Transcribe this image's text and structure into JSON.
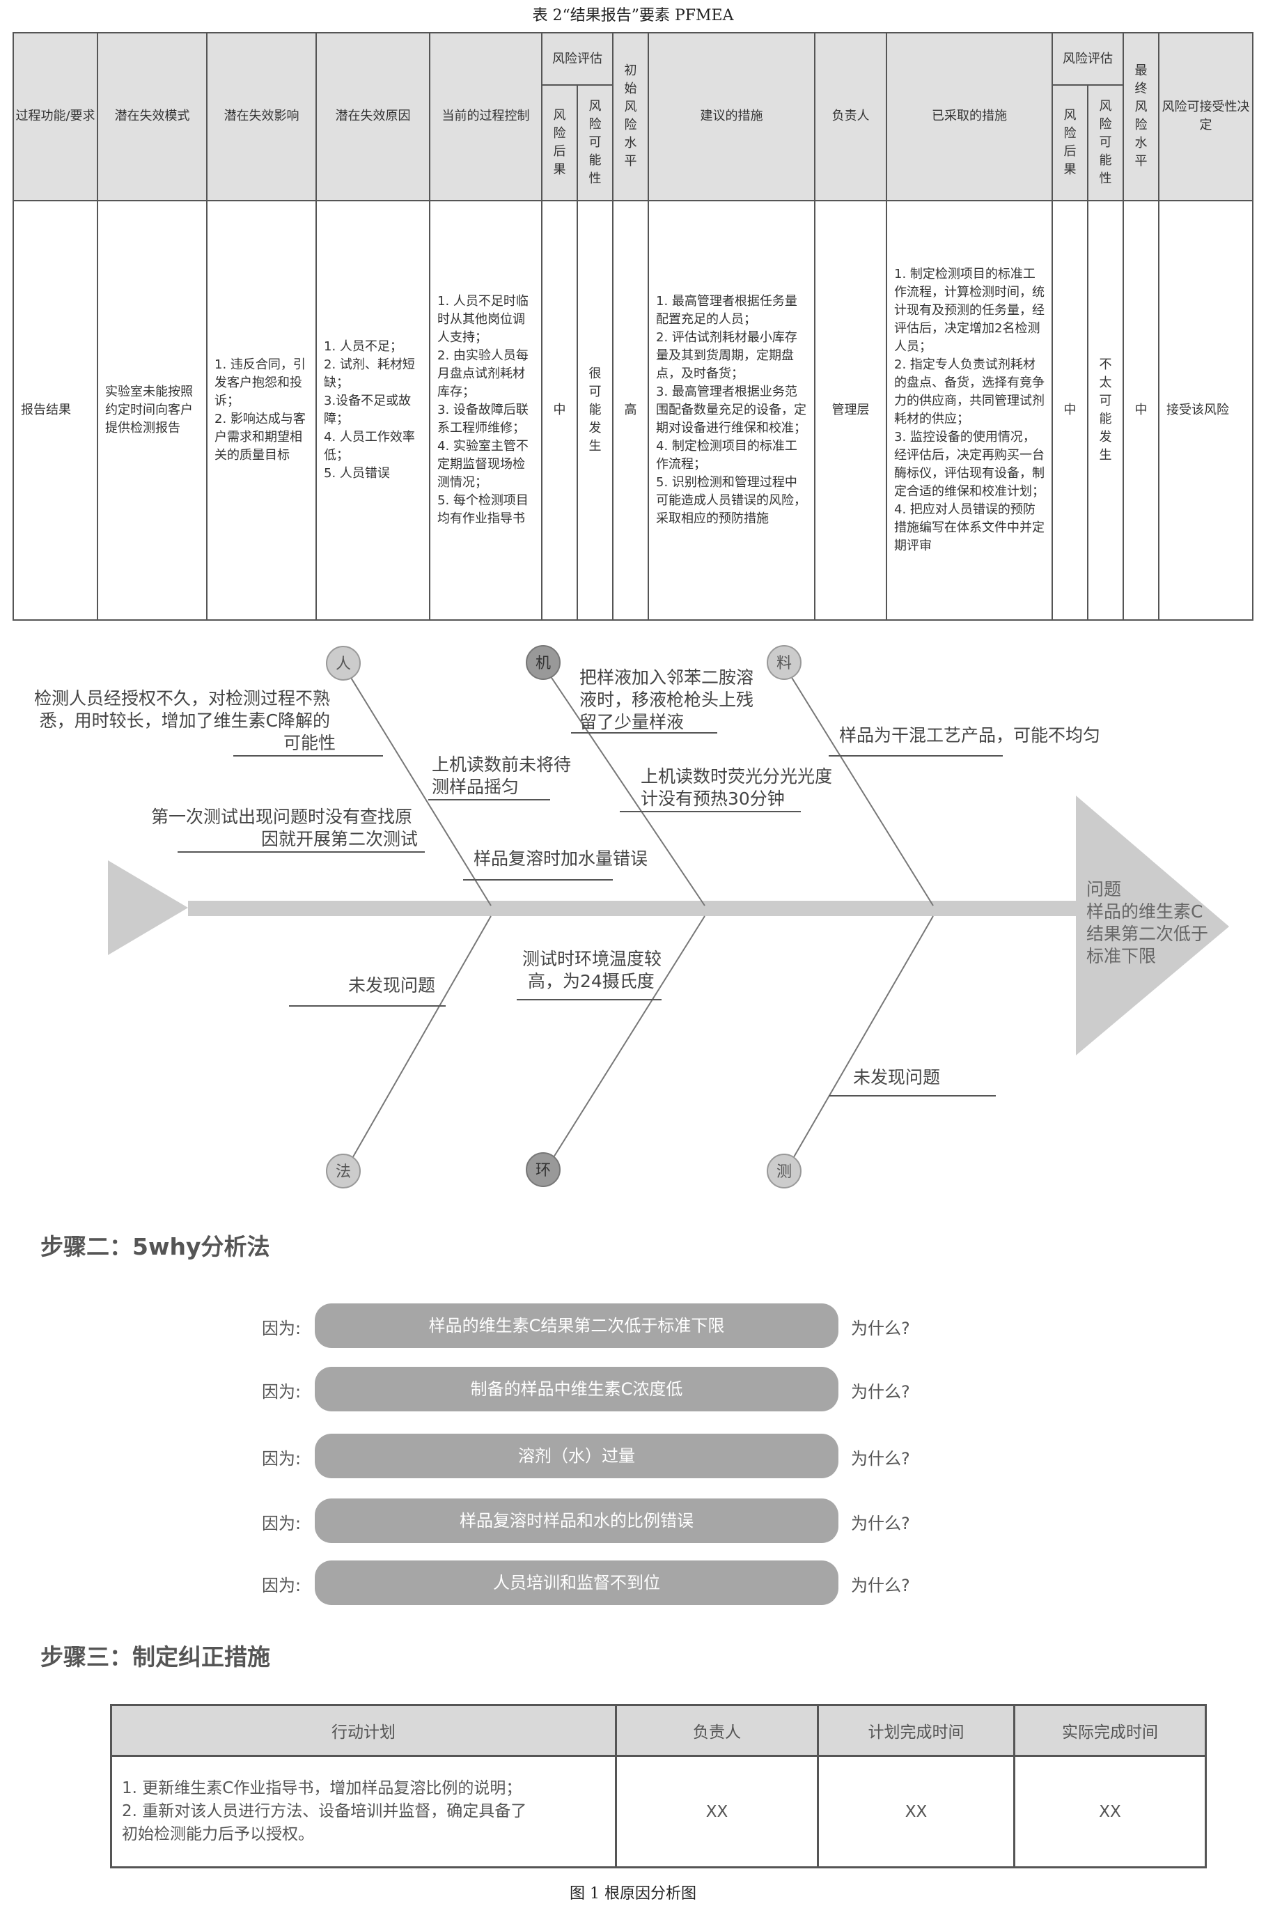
{
  "table_caption": "表 2“结果报告”要素 PFMEA",
  "fmea": {
    "headers": {
      "process": "过程功能/要求",
      "failure_mode": "潜在失效模式",
      "failure_effect": "潜在失效影响",
      "failure_cause": "潜在失效原因",
      "current_control": "当前的过程控制",
      "risk_eval": "风险评估",
      "risk_consequence": "风险后果",
      "risk_likelihood": "风险可能性",
      "initial_risk": "初始风险水平",
      "recommended": "建议的措施",
      "owner": "负责人",
      "taken": "已采取的措施",
      "risk_eval2": "风险评估",
      "risk_consequence2": "风险后果",
      "risk_likelihood2": "风险可能性",
      "final_risk": "最终风险水平",
      "acceptability": "风险可接受性决定"
    },
    "row": {
      "process": "报告结果",
      "failure_mode": "实验室未能按照约定时间向客户提供检测报告",
      "failure_effect": "1. 违反合同，引发客户抱怨和投诉；\n2. 影响达成与客户需求和期望相关的质量目标",
      "failure_cause": "1. 人员不足；\n2. 试剂、耗材短缺；\n3.设备不足或故障；\n4. 人员工作效率低；\n5. 人员错误",
      "current_control": "1. 人员不足时临时从其他岗位调人支持；\n2. 由实验人员每月盘点试剂耗材库存；\n3. 设备故障后联系工程师维修；\n4. 实验室主管不定期监督现场检测情况；\n5. 每个检测项目均有作业指导书",
      "risk_consequence": "中",
      "risk_likelihood": "很可能发生",
      "initial_risk": "高",
      "recommended": "1. 最高管理者根据任务量配置充足的人员；\n2. 评估试剂耗材最小库存量及其到货周期，定期盘点，及时备货；\n3. 最高管理者根据业务范围配备数量充足的设备，定期对设备进行维保和校准；\n4. 制定检测项目的标准工作流程；\n5. 识别检测和管理过程中可能造成人员错误的风险，采取相应的预防措施",
      "owner": "管理层",
      "taken": "1. 制定检测项目的标准工作流程，计算检测时间，统计现有及预测的任务量，经评估后，决定增加2名检测人员；\n2. 指定专人负责试剂耗材的盘点、备货，选择有竞争力的供应商，共同管理试剂耗材的供应；\n3. 监控设备的使用情况，经评估后，决定再购买一台酶标仪，评估现有设备，制定合适的维保和校准计划；\n4. 把应对人员错误的预防措施编写在体系文件中并定期评审",
      "risk_consequence2": "中",
      "risk_likelihood2": "不太可能发生",
      "final_risk": "中",
      "acceptability": "接受该风险"
    }
  },
  "fishbone": {
    "problem_title": "问题",
    "problem_lines": [
      "样品的维生素C",
      "结果第二次低于",
      "标准下限"
    ],
    "categories": {
      "man": "人",
      "machine": "机",
      "material": "料",
      "method": "法",
      "environment": "环",
      "measure": "测"
    },
    "causes": {
      "man_1": [
        "检测人员经授权不久，对检测过程不熟",
        "悉，用时较长，增加了维生素C降解的",
        "可能性"
      ],
      "man_2": [
        "第一次测试出现问题时没有查找原",
        "因就开展第二次测试"
      ],
      "machine_1": [
        "把样液加入邻苯二胺溶",
        "液时，移液枪枪头上残",
        "留了少量样液"
      ],
      "machine_2": [
        "上机读数前未将待",
        "测样品摇匀"
      ],
      "machine_3": [
        "上机读数时荧光分光光度",
        "计没有预热30分钟"
      ],
      "machine_4": [
        "样品复溶时加水量错误"
      ],
      "material_1": [
        "样品为干混工艺产品，可能不均匀"
      ],
      "method_1": [
        "未发现问题"
      ],
      "environment_1": [
        "测试时环境温度较",
        "高，为24摄氏度"
      ],
      "measure_1": [
        "未发现问题"
      ]
    }
  },
  "step2": {
    "title": "步骤二：5why分析法",
    "because": "因为:",
    "why": "为什么?",
    "items": [
      "样品的维生素C结果第二次低于标准下限",
      "制备的样品中维生素C浓度低",
      "溶剂（水）过量",
      "样品复溶时样品和水的比例错误",
      "人员培训和监督不到位"
    ]
  },
  "step3": {
    "title": "步骤三：制定纠正措施",
    "headers": [
      "行动计划",
      "负责人",
      "计划完成时间",
      "实际完成时间"
    ],
    "plan_lines": [
      "1. 更新维生素C作业指导书，增加样品复溶比例的说明；",
      "2. 重新对该人员进行方法、设备培训并监督，确定具备了",
      "初始检测能力后予以授权。"
    ],
    "owner": "XX",
    "planned": "XX",
    "actual": "XX"
  },
  "figure_caption": "图 1 根原因分析图"
}
